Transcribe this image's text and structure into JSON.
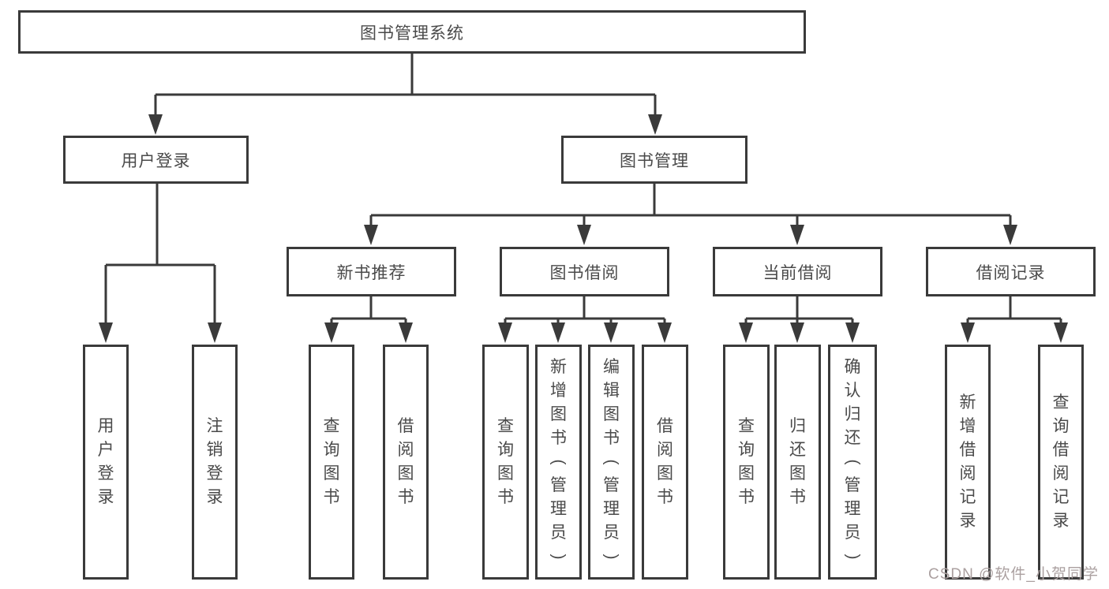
{
  "diagram": {
    "title": "图书管理系统",
    "watermark": "CSDN @软件_小贺同学",
    "colors": {
      "line": "#3a3a3a",
      "box_border": "#3a3a3a",
      "box_text": "#4a4a4a",
      "background": "#ffffff",
      "watermark_text": "#aba0a0"
    },
    "nodes": {
      "root": {
        "label": "图书管理系统"
      },
      "user_login": {
        "label": "用户登录"
      },
      "book_mgmt": {
        "label": "图书管理"
      },
      "new_book_rec": {
        "label": "新书推荐"
      },
      "book_borrow": {
        "label": "图书借阅"
      },
      "current_borrow": {
        "label": "当前借阅"
      },
      "borrow_records": {
        "label": "借阅记录"
      },
      "user_login_action": {
        "label": "用户登录"
      },
      "logout_action": {
        "label": "注销登录"
      },
      "nb_query_books": {
        "label": "查询图书"
      },
      "nb_borrow_books": {
        "label": "借阅图书"
      },
      "bb_query_books": {
        "label": "查询图书"
      },
      "bb_add_books": {
        "label": "新增图书（管理员）"
      },
      "bb_edit_books": {
        "label": "编辑图书（管理员）"
      },
      "bb_borrow_books": {
        "label": "借阅图书"
      },
      "cb_query_books": {
        "label": "查询图书"
      },
      "cb_return_books": {
        "label": "归还图书"
      },
      "cb_confirm_return": {
        "label": "确认归还（管理员）"
      },
      "br_add_record": {
        "label": "新增借阅记录"
      },
      "br_query_record": {
        "label": "查询借阅记录"
      }
    },
    "edges": [
      [
        "root",
        "user_login"
      ],
      [
        "root",
        "book_mgmt"
      ],
      [
        "user_login",
        "user_login_action"
      ],
      [
        "user_login",
        "logout_action"
      ],
      [
        "book_mgmt",
        "new_book_rec"
      ],
      [
        "book_mgmt",
        "book_borrow"
      ],
      [
        "book_mgmt",
        "current_borrow"
      ],
      [
        "book_mgmt",
        "borrow_records"
      ],
      [
        "new_book_rec",
        "nb_query_books"
      ],
      [
        "new_book_rec",
        "nb_borrow_books"
      ],
      [
        "book_borrow",
        "bb_query_books"
      ],
      [
        "book_borrow",
        "bb_add_books"
      ],
      [
        "book_borrow",
        "bb_edit_books"
      ],
      [
        "book_borrow",
        "bb_borrow_books"
      ],
      [
        "current_borrow",
        "cb_query_books"
      ],
      [
        "current_borrow",
        "cb_return_books"
      ],
      [
        "current_borrow",
        "cb_confirm_return"
      ],
      [
        "borrow_records",
        "br_add_record"
      ],
      [
        "borrow_records",
        "br_query_record"
      ]
    ]
  }
}
